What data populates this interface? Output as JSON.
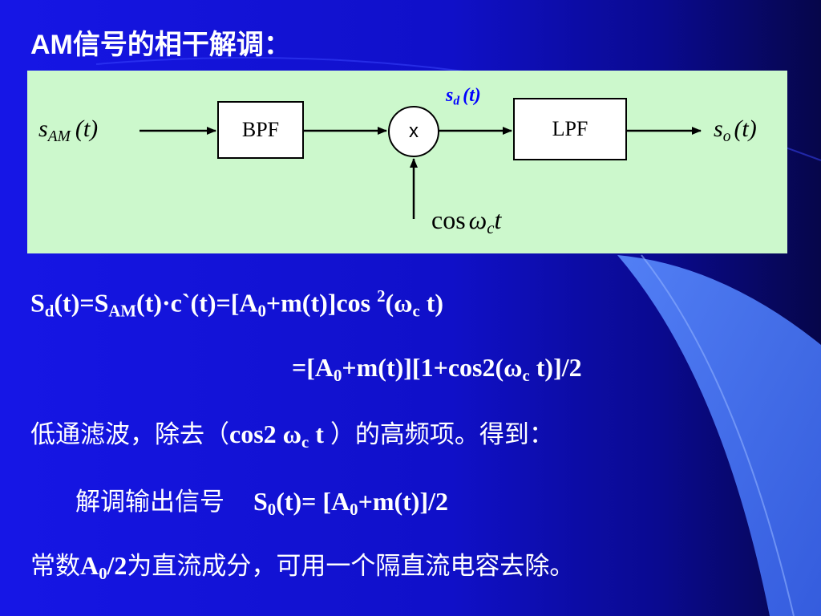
{
  "slide": {
    "title": "AM信号的相干解调：",
    "diagram": {
      "input_label": {
        "base": "s",
        "sub": "AM",
        "arg": "(t)"
      },
      "bpf_label": "BPF",
      "multiplier_label": "x",
      "mid_label": {
        "base": "s",
        "sub": "d",
        "arg": "(t)"
      },
      "lpf_label": "LPF",
      "output_label": {
        "base": "s",
        "sub": "o",
        "arg": "(t)"
      },
      "carrier_label": {
        "prefix": "cos",
        "omega": "ω",
        "sub": "c",
        "var": "t"
      }
    },
    "eq1": {
      "a": "S",
      "a_sub": "d",
      "b": "(t)=S",
      "b_sub": "AM",
      "c": "(t)·c`(t)=[A",
      "c_sub": "0",
      "d": "+m(t)]cos ",
      "d_sup": "2",
      "e": "(ω",
      "e_sub": "c",
      "f": " t)"
    },
    "eq2": {
      "a": "=[A",
      "a_sub": "0",
      "b": "+m(t)][1+cos2(ω",
      "b_sub": "c",
      "c": " t)]/2"
    },
    "line3": {
      "a": "低通滤波，除去（",
      "b": "cos2 ω",
      "b_sub": "c",
      "c": " t ",
      "d": "）的高频项。得到："
    },
    "line4": {
      "a": "解调输出信号",
      "b": "S",
      "b_sub": "0",
      "c": "(t)= [A",
      "c_sub": "0",
      "d": "+m(t)]/2"
    },
    "line5": {
      "a": "常数",
      "b": "A",
      "b_sub": "0",
      "c": "/2",
      "d": "为直流成分，可用一个隔直流电容去除。"
    }
  }
}
